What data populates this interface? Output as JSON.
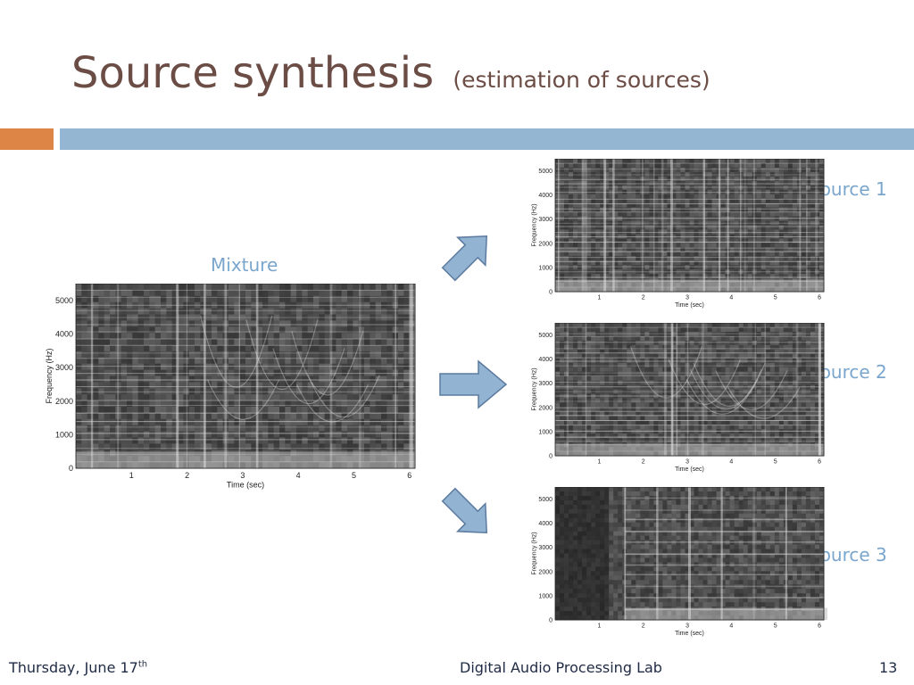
{
  "slide": {
    "title": "Source synthesis",
    "subtitle": "(estimation of sources)",
    "page_number": "13"
  },
  "footer": {
    "date_prefix": "Thursday, June 17",
    "date_suffix": "th",
    "center_text": "Digital Audio Processing Lab"
  },
  "labels": {
    "mixture": "Mixture",
    "source1": "Source 1",
    "source2": "Source 2",
    "source3": "Source 3"
  },
  "axes": {
    "ylabel": "Frequency (Hz)",
    "xlabel": "Time (sec)",
    "yticks": [
      "0",
      "1000",
      "2000",
      "3000",
      "4000",
      "5000"
    ],
    "xticks": [
      "1",
      "2",
      "3",
      "4",
      "5",
      "6"
    ]
  },
  "colors": {
    "title": "#6b4d45",
    "accent_orange": "#dd8547",
    "accent_blue": "#94b6d2",
    "label_blue": "#7aa6cd",
    "arrow_fill": "#93b3d2",
    "arrow_stroke": "#5b7aa0"
  }
}
